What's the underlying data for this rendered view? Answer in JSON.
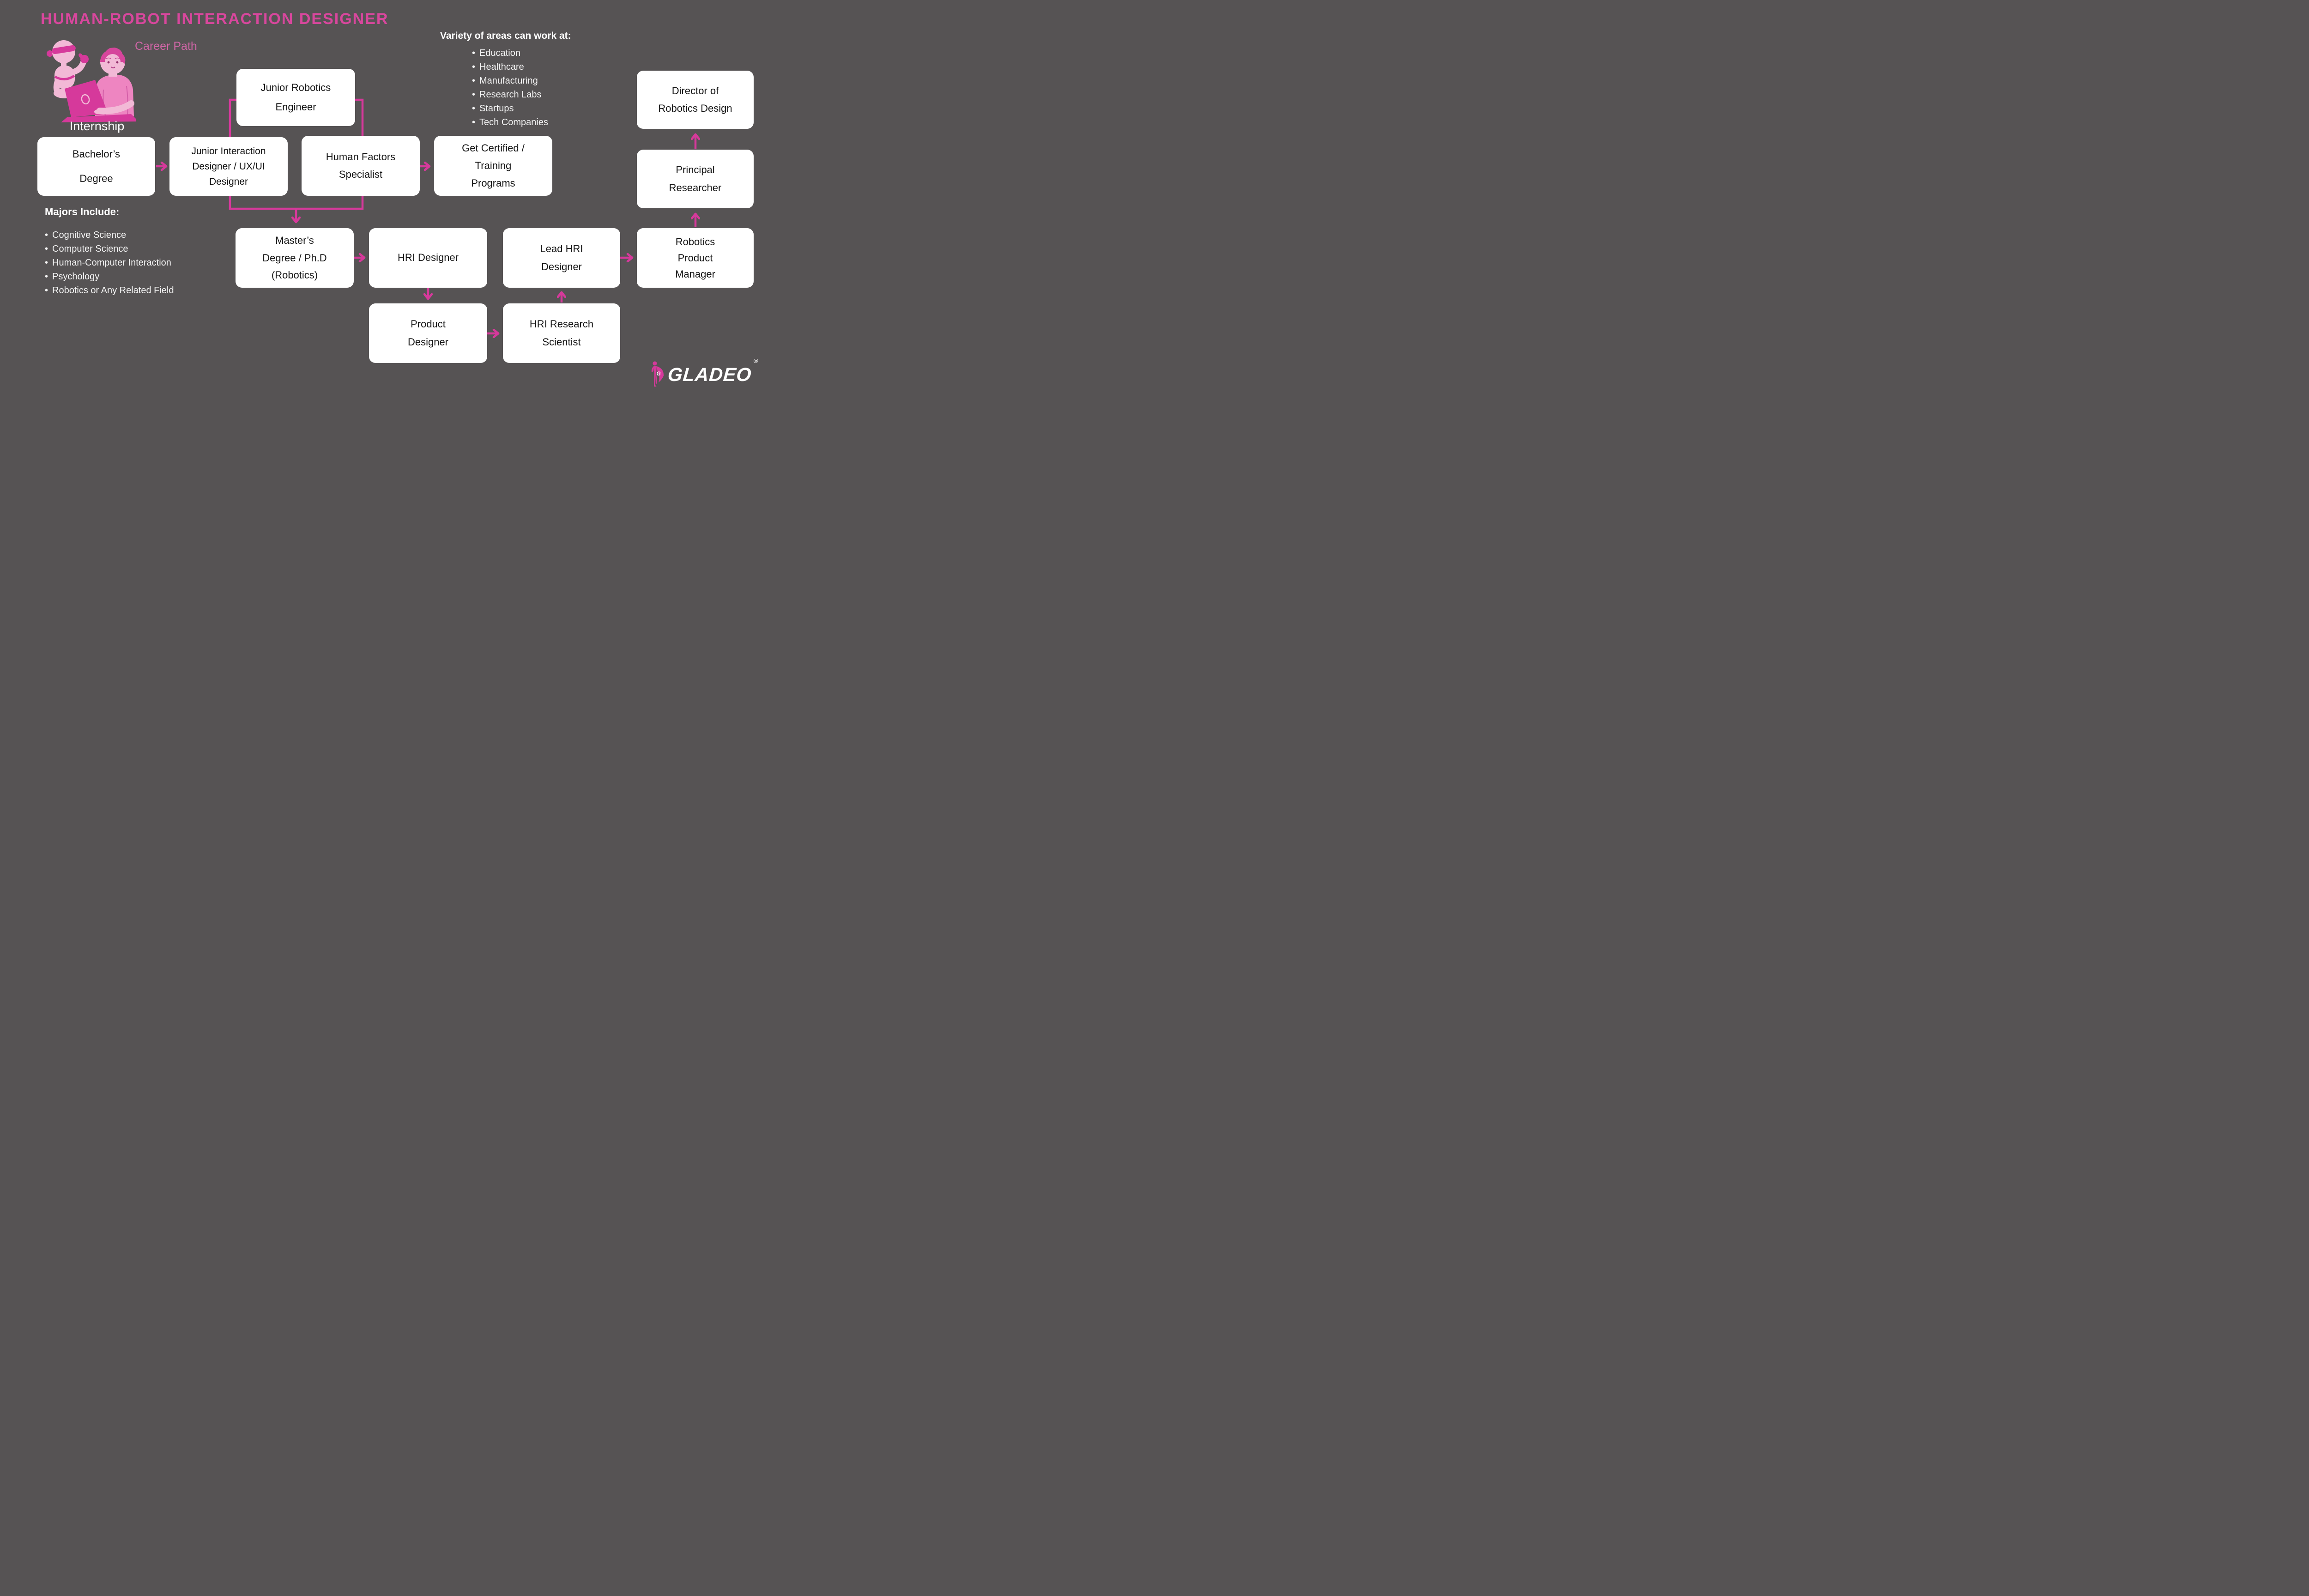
{
  "title": "HUMAN-ROBOT INTERACTION DESIGNER",
  "subtitle": "Career Path",
  "internship_label": "Internship",
  "colors": {
    "background": "#565354",
    "accent_pink": "#d6399b",
    "subtitle_pink": "#cf66a6",
    "box_background": "#ffffff",
    "box_text": "#151515",
    "list_text": "#ffffff",
    "illustration_light_pink": "#f2b9d6",
    "illustration_mid_pink": "#ee85c1"
  },
  "work_areas": {
    "heading": "Variety of areas can work at:",
    "items": [
      "Education",
      "Healthcare",
      "Manufacturing",
      "Research Labs",
      "Startups",
      "Tech Companies"
    ]
  },
  "majors": {
    "heading": "Majors Include:",
    "items": [
      "Cognitive Science",
      "Computer Science",
      "Human-Computer Interaction",
      "Psychology",
      "Robotics or Any Related Field"
    ]
  },
  "boxes": [
    {
      "id": "bachelors-degree",
      "label": "Bachelor’s\nDegree"
    },
    {
      "id": "junior-interaction-designer",
      "label": "Junior Interaction\nDesigner / UX/UI\nDesigner"
    },
    {
      "id": "junior-robotics-engineer",
      "label": "Junior Robotics\nEngineer"
    },
    {
      "id": "human-factors-specialist",
      "label": "Human Factors\nSpecialist"
    },
    {
      "id": "get-certified",
      "label": "Get Certified /\nTraining\nPrograms"
    },
    {
      "id": "director-of-robotics-design",
      "label": "Director of\nRobotics Design"
    },
    {
      "id": "principal-researcher",
      "label": "Principal\nResearcher"
    },
    {
      "id": "masters-degree-phd",
      "label": "Master’s\nDegree / Ph.D\n(Robotics)"
    },
    {
      "id": "hri-designer",
      "label": "HRI Designer"
    },
    {
      "id": "lead-hri-designer",
      "label": "Lead HRI\nDesigner"
    },
    {
      "id": "robotics-product-manager",
      "label": "Robotics\nProduct\nManager"
    },
    {
      "id": "product-designer",
      "label": "Product\nDesigner"
    },
    {
      "id": "hri-research-scientist",
      "label": "HRI Research\nScientist"
    }
  ],
  "connections": [
    {
      "from": "bachelors-degree",
      "to": "junior-interaction-designer"
    },
    {
      "from": "junior-robotics-engineer",
      "to": "masters-degree-phd"
    },
    {
      "from": "junior-interaction-designer",
      "to": "masters-degree-phd"
    },
    {
      "from": "human-factors-specialist",
      "to": "masters-degree-phd"
    },
    {
      "from": "human-factors-specialist",
      "to": "get-certified"
    },
    {
      "from": "masters-degree-phd",
      "to": "hri-designer"
    },
    {
      "from": "hri-designer",
      "to": "product-designer"
    },
    {
      "from": "product-designer",
      "to": "hri-research-scientist"
    },
    {
      "from": "hri-research-scientist",
      "to": "lead-hri-designer"
    },
    {
      "from": "lead-hri-designer",
      "to": "robotics-product-manager"
    },
    {
      "from": "robotics-product-manager",
      "to": "principal-researcher"
    },
    {
      "from": "principal-researcher",
      "to": "director-of-robotics-design"
    }
  ],
  "logo": {
    "brand": "GLADEO",
    "registered": "®",
    "mascot_letter": "G"
  }
}
